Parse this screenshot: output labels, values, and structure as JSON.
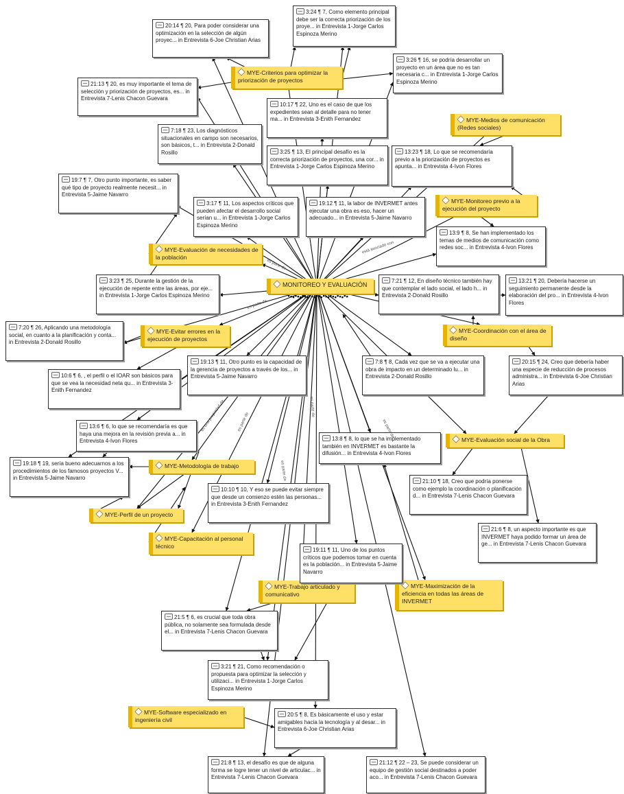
{
  "center": {
    "label": "MONITOREO Y EVALUACIÓN"
  },
  "codes": [
    {
      "id": "c_criterios",
      "label": "MYE-Criterios para optimizar la priorización de proyectos"
    },
    {
      "id": "c_medios",
      "label": "MYE-Medios de comunicación (Redes sociales)"
    },
    {
      "id": "c_monitoreo",
      "label": "MYE-Monitoreo previo a la ejecución del proyecto"
    },
    {
      "id": "c_necesidades",
      "label": "MYE-Evaluación de necesidades de la población"
    },
    {
      "id": "c_errores",
      "label": "MYE-Evitar errores en la ejecución de proyectos"
    },
    {
      "id": "c_coordinacion",
      "label": "MYE-Coordinación con el área de diseño"
    },
    {
      "id": "c_social",
      "label": "MYE-Evaluación social de la Obra"
    },
    {
      "id": "c_metodologia",
      "label": "MYE-Metodología de trabajo"
    },
    {
      "id": "c_perfil",
      "label": "MYE-Perfil de un proyecto"
    },
    {
      "id": "c_capacitacion",
      "label": "MYE-Capacitación al personal técnico"
    },
    {
      "id": "c_trabajo",
      "label": "MYE-Trabajo articulado y comunicativo"
    },
    {
      "id": "c_maximizacion",
      "label": "MYE-Maximización de la eficiencia en todas las áreas de INVERMET"
    },
    {
      "id": "c_software",
      "label": "MYE-Software especializado en ingeniería civil"
    }
  ],
  "quotes": [
    {
      "id": "q_3_24",
      "text": "3:24 ¶ 7, Como elemento principal debe ser la correcta priorización de los proye... in Entrevista 1-Jorge Carlos Espinoza Merino"
    },
    {
      "id": "q_20_14",
      "text": "20:14 ¶ 20, Para poder considerar una optimización en la selección de algún proyec... in Entrevista 6-Joe Christian Arias"
    },
    {
      "id": "q_3_26",
      "text": "3:26 ¶ 16, se podría desarrollar un proyecto en un área que no es tan necesaria c... in Entrevista 1-Jorge Carlos Espinoza Merino"
    },
    {
      "id": "q_21_13",
      "text": "21:13 ¶ 20, es muy importante el tema de selección y priorización de proyectos, es... in Entrevista 7-Lenis Chacon Guevara"
    },
    {
      "id": "q_10_17",
      "text": "10:17 ¶ 22, Uno es el caso de que los expedientes sean al detalle para no tener ma... in Entrevista 3-Enith Fernandez"
    },
    {
      "id": "q_7_18",
      "text": "7:18 ¶ 23, Los diagnósticos situacionales en campo son necesarios, son básicos, t... in Entrevista 2-Donald Rosillo"
    },
    {
      "id": "q_3_25",
      "text": "3:25 ¶ 13, El principal desafío es la correcta priorización de proyectos, una cor... in Entrevista 1-Jorge Carlos Espinoza Merino"
    },
    {
      "id": "q_13_23",
      "text": "13:23 ¶ 18, Lo que se recomendaría previo a la priorización de proyectos es apunta... in Entrevista 4-Ivon Flores"
    },
    {
      "id": "q_19_7",
      "text": "19:7 ¶ 7, Otro punto importante, es saber qué tipo de proyecto realmente necesit... in Entrevista 5-Jaime Navarro"
    },
    {
      "id": "q_3_17",
      "text": "3:17 ¶ 11, Los aspectos críticos que pueden afectar el desarrollo social serían u... in Entrevista 1-Jorge Carlos Espinoza Merino"
    },
    {
      "id": "q_19_12",
      "text": "19:12 ¶ 11, la labor de INVERMET antes ejecutar una obra es eso, hacer un adecuado... in Entrevista 5-Jaime Navarro"
    },
    {
      "id": "q_13_9",
      "text": "13:9 ¶ 8, Se han implementado los temas de medios de comunicación como redes soc... in Entrevista 4-Ivon Flores"
    },
    {
      "id": "q_3_23",
      "text": "3:23 ¶ 25, Durante la gestión de la ejecución de repente entre las áreas, por eje... in Entrevista 1-Jorge Carlos Espinoza Merino"
    },
    {
      "id": "q_7_21",
      "text": "7:21 ¶ 12, En diseño técnico también hay que contemplar el lado social, el lado h... in Entrevista 2-Donald Rosillo"
    },
    {
      "id": "q_13_21",
      "text": "13:21 ¶ 20, Debería hacerse un seguimiento permanente desde la elaboración del pro... in Entrevista 4-Ivon Flores"
    },
    {
      "id": "q_7_20",
      "text": "7:20 ¶ 26, Aplicando una metodología social, en cuanto a la planificación y conta... in Entrevista 2-Donald Rosillo"
    },
    {
      "id": "q_19_13",
      "text": "19:13 ¶ 11, Otro punto es la capacidad de la gerencia de proyectos a través de los... in Entrevista 5-Jaime Navarro"
    },
    {
      "id": "q_10_6",
      "text": "10:6 ¶ 6, , el perfil o el IOAR son básicos para que se vea la necesidad neta qu... in Entrevista 3-Enith Fernandez"
    },
    {
      "id": "q_7_8",
      "text": "7:8 ¶ 8, Cada vez que se va a ejecutar una obra de impacto en un determinado lu... in Entrevista 2-Donald Rosillo"
    },
    {
      "id": "q_20_15",
      "text": "20:15 ¶ 24, Creo que debería haber una especie de reducción de procesos administra... in Entrevista 6-Joe Christian Arias"
    },
    {
      "id": "q_13_6",
      "text": "13:6 ¶ 6, lo que se recomendaría es que haya una mejora en la revisión previa a... in Entrevista 4-Ivon Flores"
    },
    {
      "id": "q_13_8",
      "text": "13:8 ¶ 8, lo que se ha implementado también en INVERMET es bastante la difusión... in Entrevista 4-Ivon Flores"
    },
    {
      "id": "q_19_18",
      "text": "19:18 ¶ 19, sería bueno adecuarnos a los procedimientos de los famosos proyectos V... in Entrevista 5-Jaime Navarro"
    },
    {
      "id": "q_10_10",
      "text": "10:10 ¶ 10, Y eso se puede evitar siempre que desde un comienzo estén las personas... in Entrevista 3-Enith Fernandez"
    },
    {
      "id": "q_21_10",
      "text": "21:10 ¶ 18, Creo que podría ponerse como ejemplo la coordinación o planificación d... in Entrevista 7-Lenis Chacon Guevara"
    },
    {
      "id": "q_21_6",
      "text": "21:6 ¶ 8, un aspecto importante es que INVERMET haya podido formar un área de ge... in Entrevista 7-Lenis Chacon Guevara"
    },
    {
      "id": "q_19_11",
      "text": "19:11 ¶ 11, Uno de los puntos críticos que podemos tomar en cuenta es la población... in Entrevista 5-Jaime Navarro"
    },
    {
      "id": "q_21_5",
      "text": "21:5 ¶ 6, es crucial que toda obra pública, no solamente sea formulada desde el... in Entrevista 7-Lenis Chacon Guevara"
    },
    {
      "id": "q_3_21",
      "text": "3:21 ¶ 21, Como recomendación o propuesta para optimizar la selección y utilizaci... in Entrevista 1-Jorge Carlos Espinoza Merino"
    },
    {
      "id": "q_20_5",
      "text": "20:5 ¶ 8, Es básicamente el uso y estar amigables hacia la tecnología y al desar... in Entrevista 6-Joe Christian Arias"
    },
    {
      "id": "q_21_8",
      "text": "21:8 ¶ 13, el desafío es que de alguna forma se logre tener un nivel de articulac... in Entrevista 7-Lenis Chacon Guevara"
    },
    {
      "id": "q_21_12",
      "text": "21:12 ¶ 22 – 23, Se puede considerar un equipo de gestión social destinados a poder aco... in Entrevista 7-Lenis Chacon Guevara"
    }
  ],
  "relations": [
    {
      "id": "r1",
      "label": "está asociado con"
    },
    {
      "id": "r2",
      "label": "es parte de"
    },
    {
      "id": "r3",
      "label": "es parte de"
    },
    {
      "id": "r4",
      "label": "es una propiedad de"
    },
    {
      "id": "r5",
      "label": "es parte de"
    },
    {
      "id": "r6",
      "label": "es parte de"
    },
    {
      "id": "r7",
      "label": "es parte de"
    },
    {
      "id": "r8",
      "label": "es parte de"
    }
  ],
  "colors": {
    "code_fill": "#ffe066",
    "code_bar": "#e8b400",
    "quote_border": "#2b2b2b",
    "edge": "#111111"
  }
}
